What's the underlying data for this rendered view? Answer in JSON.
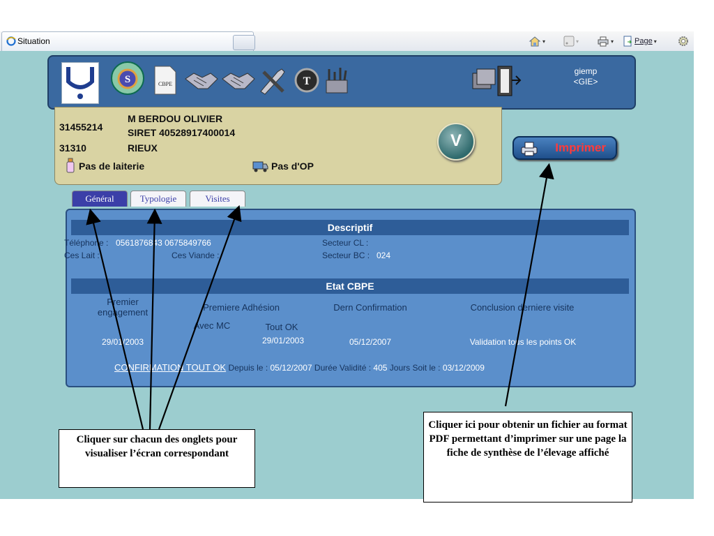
{
  "browser": {
    "tab_title": "Situation",
    "toolbar": {
      "page_label": "Page"
    }
  },
  "header": {
    "user_name": "giemp",
    "user_group": "<GIE>",
    "icons": [
      "logo-icon",
      "situation-s-icon",
      "cbpe-document-icon",
      "handshake-icon",
      "handshake-icon",
      "tools-icon",
      "t-icon",
      "toolbox-icon",
      "exit-icon"
    ],
    "cbpe_icon_text": "CBPE",
    "s_icon_text": "S",
    "t_icon_text": "T"
  },
  "farm": {
    "id": "31455214",
    "owner": "M BERDOU OLIVIER",
    "siret": "SIRET 40528917400014",
    "postcode": "31310",
    "city": "RIEUX",
    "dairy": "Pas de laiterie",
    "op": "Pas d'OP",
    "v_label": "V"
  },
  "print_button": {
    "label": "Imprimer"
  },
  "tabs": [
    "Général",
    "Typologie",
    "Visites"
  ],
  "descriptif": {
    "title": "Descriptif",
    "telephone_label": "Téléphone :",
    "telephone_value": "0561876843 0675849766",
    "ces_lait_label": "Ces Lait :",
    "ces_viande_label": "Ces Viande :",
    "secteur_cl_label": "Secteur CL :",
    "secteur_bc_label": "Secteur BC :",
    "secteur_bc_value": "024"
  },
  "etat": {
    "title": "Etat CBPE",
    "col_premier": "Premier engagement",
    "col_adhesion": "Premiere Adhésion",
    "col_avec_mc": "Avec MC",
    "col_tout_ok": "Tout OK",
    "col_dern": "Dern Confirmation",
    "col_conclusion": "Conclusion derniere visite",
    "val_premier": "29/01/2003",
    "val_tout_ok": "29/01/2003",
    "val_dern": "05/12/2007",
    "val_conclusion": "Validation tous les points OK",
    "confirmation_link": "CONFIRMATION TOUT OK",
    "depuis_label": "Depuis le :",
    "depuis_value": "05/12/2007",
    "duree_label": "Durée Validité :",
    "duree_value": "405",
    "soit_label": "Jours Soit le :",
    "soit_value": "03/12/2009"
  },
  "callouts": {
    "left": "Cliquer sur chacun des onglets pour visualiser l’écran correspondant",
    "right": "Cliquer ici pour obtenir un fichier au format PDF permettant d’imprimer sur une page la fiche de synthèse de l’élevage affiché"
  }
}
